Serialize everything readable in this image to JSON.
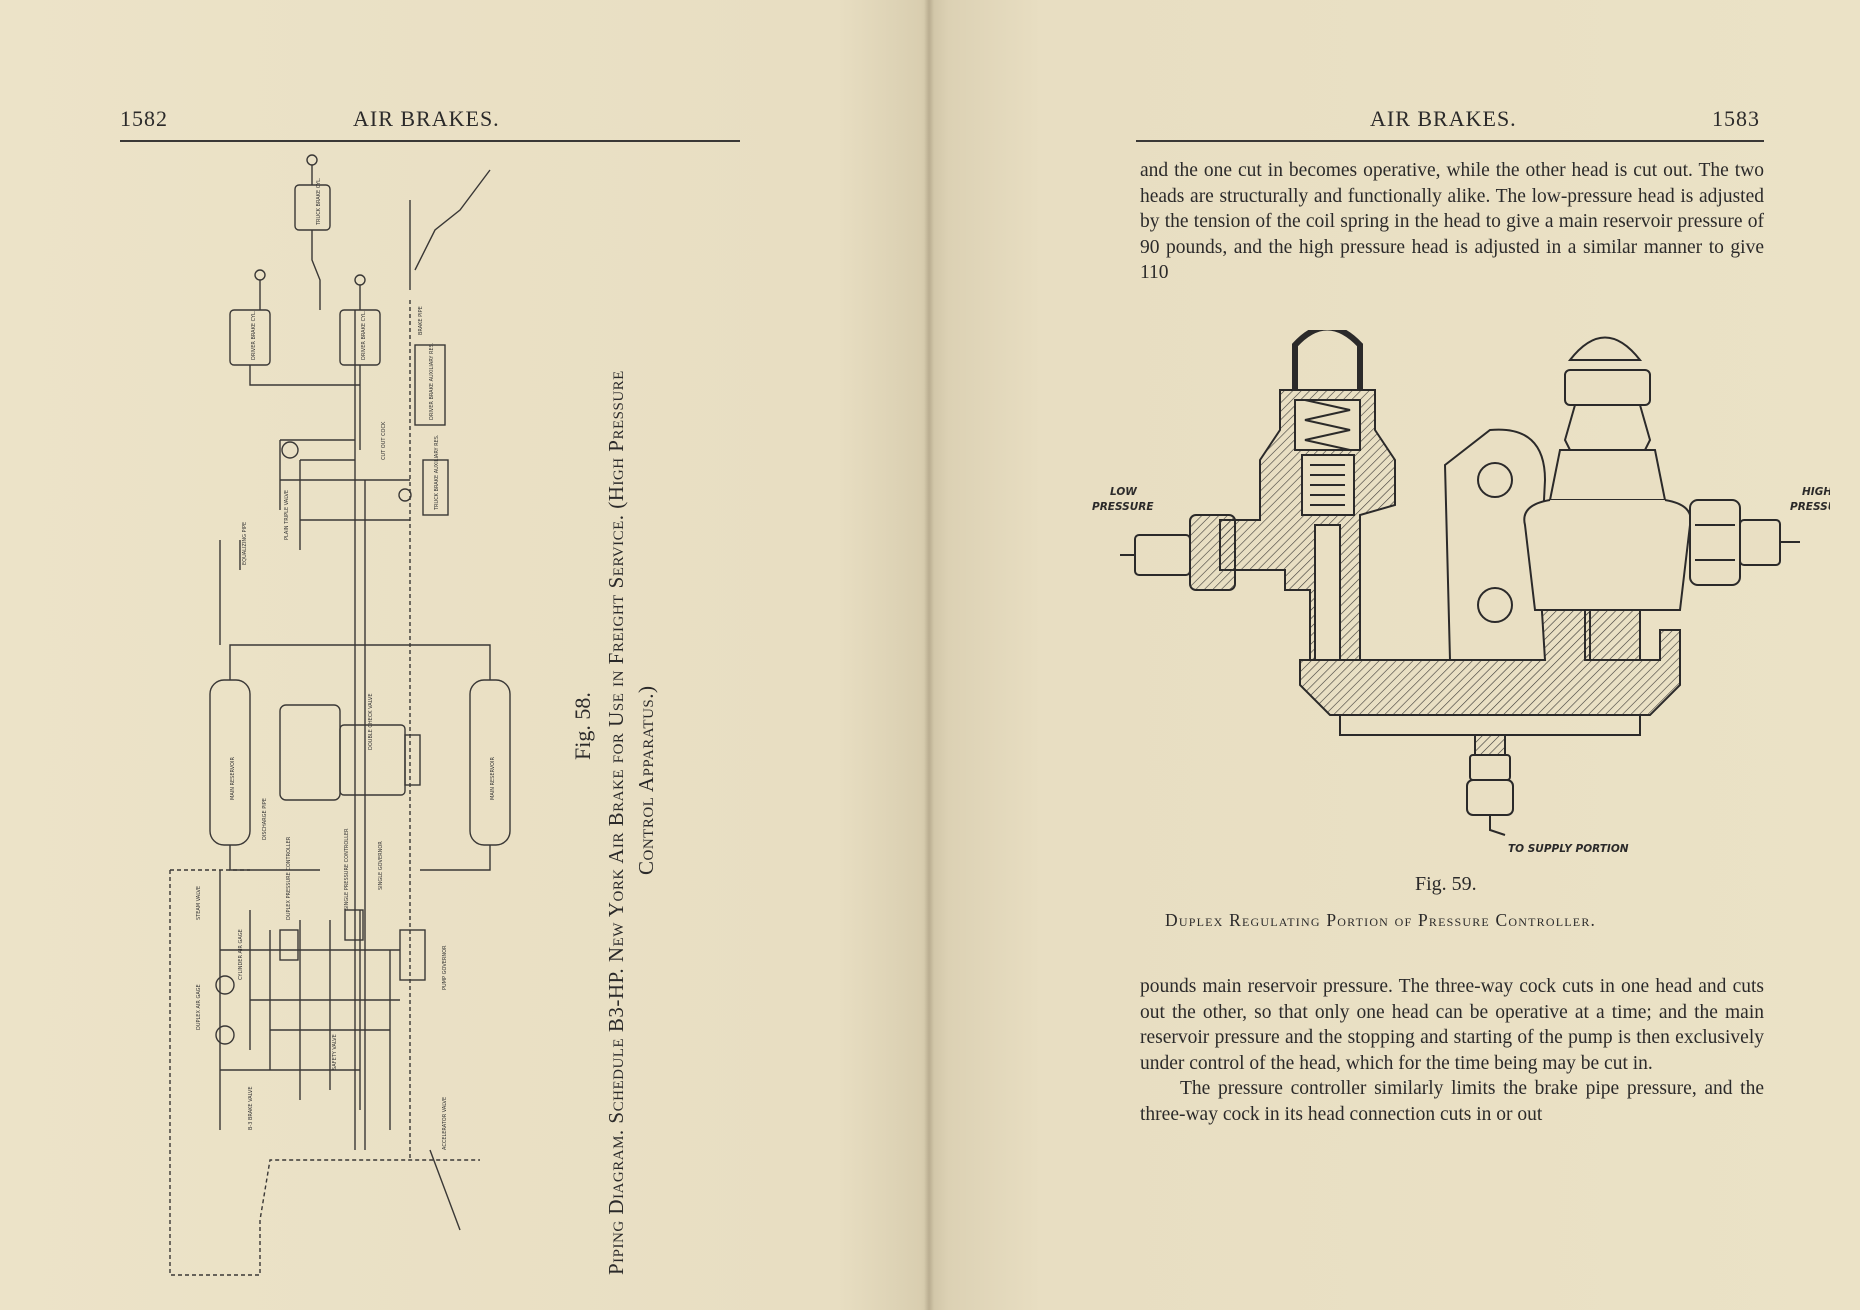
{
  "left_page": {
    "page_number": "1582",
    "running_head": "AIR BRAKES.",
    "figure_number": "Fig. 58.",
    "caption_line1": "Piping Diagram. Schedule B3-HP. New York Air Brake for Use in Freight Service. (High Pressure",
    "caption_line2": "Control Apparatus.)",
    "diagram_labels": {
      "main_reservoir": "MAIN RESERVOIR",
      "main_reservoir_2": "MAIN RESERVOIR",
      "truck_brake_cyl": "TRUCK BRAKE CYL.",
      "driver_brake_cyl": "DRIVER BRAKE CYL.",
      "driver_brake_cyl_2": "DRIVER BRAKE CYL.",
      "driver_brake_aux_res": "DRIVER BRAKE AUXILIARY RES.",
      "truck_brake_aux_res": "TRUCK BRAKE AUXILIARY RES.",
      "double_check_valve": "DOUBLE CHECK VALVE",
      "single_governor": "SINGLE GOVERNOR",
      "single_pressure_controller": "SINGLE PRESSURE CONTROLLER",
      "duplex_pressure_controller": "DUPLEX PRESSURE CONTROLLER",
      "discharge_pipe": "DISCHARGE PIPE",
      "equalizing_pipe": "EQUALIZING PIPE",
      "steam_valve": "STEAM VALVE",
      "duplex_air_gage": "DUPLEX AIR GAGE",
      "cylinder_air_gage": "CYLINDER AIR GAGE",
      "brake_valve": "B-3 BRAKE VALVE",
      "safety_valve": "SAFETY VALVE",
      "accelerator_valve": "ACCELERATOR VALVE",
      "pump_governor": "PUMP GOVERNOR",
      "cut_out_cock": "CUT OUT COCK",
      "plain_triple_valve": "PLAIN TRIPLE VALVE",
      "brake_pipe": "BRAKE PIPE"
    }
  },
  "right_page": {
    "page_number": "1583",
    "running_head": "AIR BRAKES.",
    "paragraph_top": "and the one cut in becomes operative, while the other head is cut out. The two heads are structurally and functionally alike. The low-pressure head is adjusted by the tension of the coil spring in the head to give a main reservoir pressure of 90 pounds, and the high pressure head is adjusted in a similar manner to give 110",
    "figure_labels": {
      "low_pressure_1": "LOW",
      "low_pressure_2": "PRESSURE",
      "high_pressure_1": "HIGH",
      "high_pressure_2": "PRESSURE",
      "to_supply": "TO SUPPLY PORTION"
    },
    "figure_number": "Fig. 59.",
    "caption": "Duplex Regulating Portion of Pressure Controller.",
    "paragraph_bottom_1": "pounds main reservoir pressure. The three-way cock cuts in one head and cuts out the other, so that only one head can be operative at a time; and the main reservoir pressure and the stopping and starting of the pump is then exclusively under control of the head, which for the time being may be cut in.",
    "paragraph_bottom_2": "The pressure controller similarly limits the brake pipe pressure, and the three-way cock in its head connection cuts in or out"
  }
}
